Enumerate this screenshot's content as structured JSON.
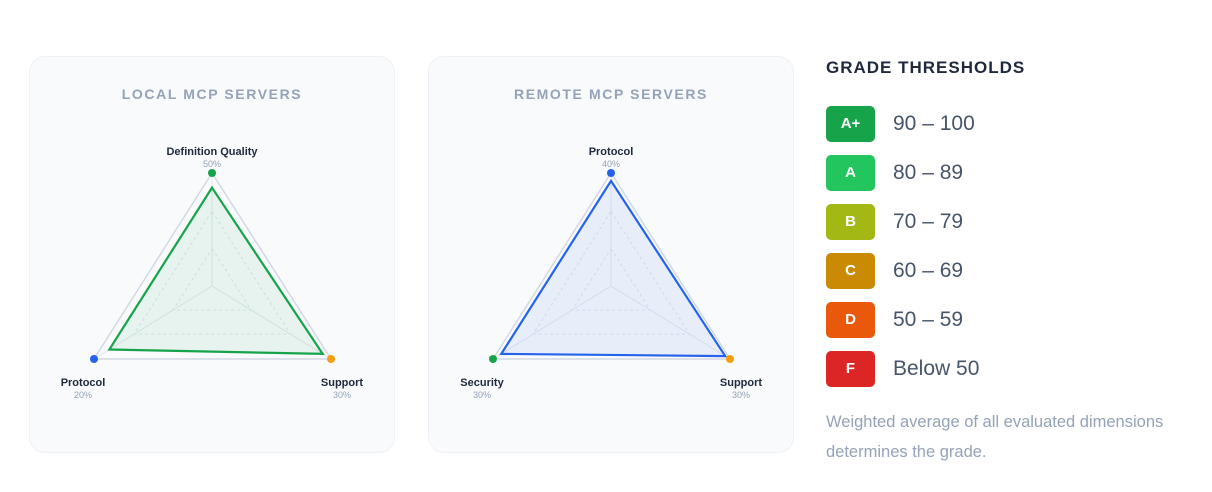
{
  "chart_data": [
    {
      "type": "radar",
      "title": "LOCAL MCP SERVERS",
      "axes": [
        {
          "label": "Definition Quality",
          "weight": "50%",
          "color": "#16a34a"
        },
        {
          "label": "Support",
          "weight": "30%",
          "color": "#f59e0b"
        },
        {
          "label": "Protocol",
          "weight": "20%",
          "color": "#2563eb"
        }
      ],
      "values": [
        87,
        93,
        87
      ],
      "range": [
        0,
        100
      ],
      "series_color": "#16a34a"
    },
    {
      "type": "radar",
      "title": "REMOTE MCP SERVERS",
      "axes": [
        {
          "label": "Protocol",
          "weight": "40%",
          "color": "#2563eb"
        },
        {
          "label": "Support",
          "weight": "30%",
          "color": "#f59e0b"
        },
        {
          "label": "Security",
          "weight": "30%",
          "color": "#16a34a"
        }
      ],
      "values": [
        93,
        96,
        93
      ],
      "range": [
        0,
        100
      ],
      "series_color": "#2563eb"
    }
  ],
  "thresholds": {
    "title": "GRADE THRESHOLDS",
    "grades": [
      {
        "grade": "A+",
        "range": "90 – 100",
        "color": "#16a34a"
      },
      {
        "grade": "A",
        "range": "80 – 89",
        "color": "#22c55e"
      },
      {
        "grade": "B",
        "range": "70 – 79",
        "color": "#a3b815"
      },
      {
        "grade": "C",
        "range": "60 – 69",
        "color": "#ca8a04"
      },
      {
        "grade": "D",
        "range": "50 – 59",
        "color": "#ea580c"
      },
      {
        "grade": "F",
        "range": "Below 50",
        "color": "#dc2626"
      }
    ],
    "note": "Weighted average of all evaluated dimensions determines the grade."
  }
}
